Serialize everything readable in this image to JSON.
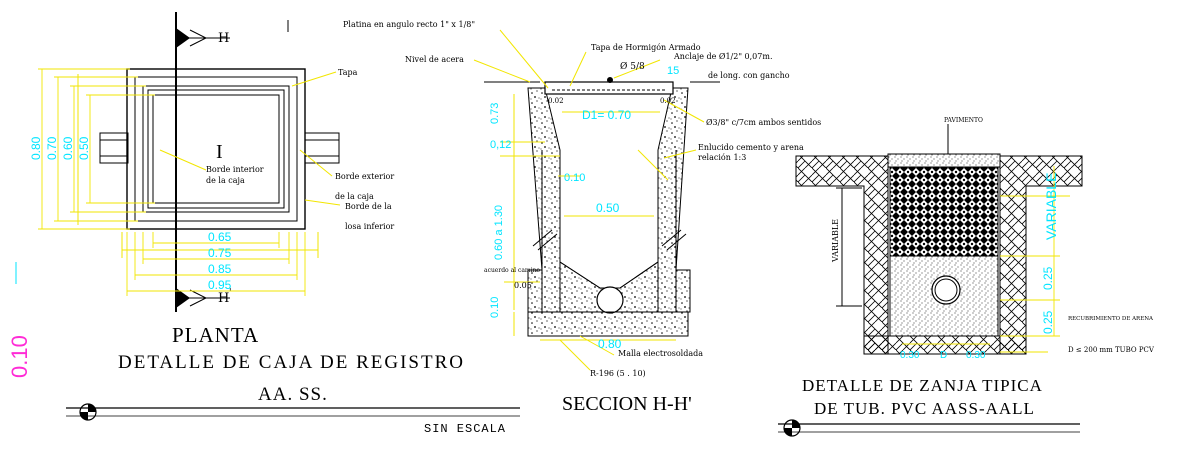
{
  "planta": {
    "title": "PLANTA",
    "subtitle_1": "DETALLE DE CAJA DE REGISTRO",
    "subtitle_2": "AA. SS.",
    "scale_note": "SIN ESCALA",
    "section_marker": "I",
    "section_marker_center": "I",
    "label_tapa": "Tapa",
    "label_borde_interior_1": "Borde interior",
    "label_borde_interior_2": "de la caja",
    "label_borde_exterior_1": "Borde exterior",
    "label_borde_exterior_2": "de la caja",
    "label_borde_losa_1": "Borde de la",
    "label_borde_losa_2": "losa inferior",
    "section_tag_top": "H",
    "section_tag_top_sup": "",
    "section_tag_bottom": "H",
    "section_tag_bottom_sup": "'",
    "dims_horizontal": [
      "0.65",
      "0.75",
      "0.85",
      "0.95"
    ],
    "dims_vertical": [
      "0.80",
      "0.70",
      "0.60",
      "0.50"
    ],
    "side_dim": "0.10"
  },
  "seccion": {
    "title": "SECCION H-H'",
    "label_platina": "Platina en angulo recto 1\" x 1/8\"",
    "label_tapa_hormigon": "Tapa de Hormigón Armado",
    "label_nivel": "Nivel de acera",
    "label_anclaje_1": "Anclaje de Ø1/2\" 0,07m.",
    "label_anclaje_2": "de long. con gancho",
    "label_phi58": "Ø 5/8",
    "label_15": "15",
    "label_002a": "0.02",
    "label_002b": "0.02",
    "label_d1": "D1=  0.70",
    "label_refuerzo": "Ø3/8\" c/7cm ambos sentidos",
    "label_enlucido_1": "Enlucido cemento y arena",
    "label_enlucido_2": "relación 1:3",
    "dim_010_small": "0.10",
    "dim_050": "0.50",
    "dim_012": "0,12",
    "dim_073": "0.73",
    "dim_060_130": "0.60  a  1.30",
    "dim_010_base": "0.10",
    "dim_005": "0.05",
    "dim_080": "0.80",
    "label_acuerdo": "acuerdo al camino",
    "label_malla": "Malla electrosoldada",
    "label_r196": "R-196 (5 . 10)"
  },
  "zanja": {
    "title_1": "DETALLE DE ZANJA TIPICA",
    "title_2": "DE TUB. PVC AASS-AALL",
    "label_pavimento": "PAVIMENTO",
    "label_variable_left": "VARIABLE",
    "label_variable_right": "VARIABLE",
    "dim_025_top": "0.25",
    "dim_025_bottom": "0.25",
    "label_recubrimiento": "RECUBRIMIENTO DE ARENA",
    "label_pvc": "D ≤ 200 mm TUBO PCV",
    "dims_bottom": [
      "0.30",
      "D",
      "0.30"
    ]
  },
  "colors": {
    "drawing": "#000000",
    "dimension": "#00e5ff",
    "leader": "#f2e600",
    "scale_tag": "#ff2bd6"
  }
}
